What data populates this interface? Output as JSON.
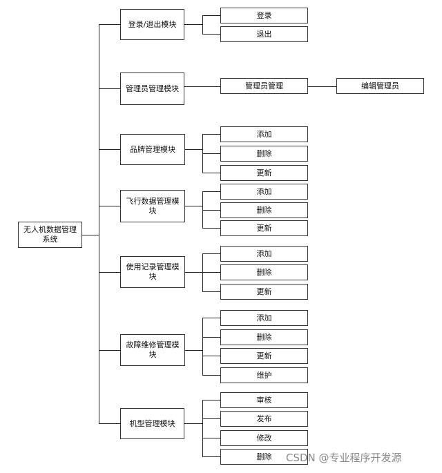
{
  "root": {
    "label": "无人机数据管理系统"
  },
  "modules": [
    {
      "label": "登录/退出模块",
      "children": [
        "登录",
        "退出"
      ]
    },
    {
      "label": "管理员管理模块",
      "children": [
        "管理员管理"
      ],
      "grandchild": "编辑管理员"
    },
    {
      "label": "品牌管理模块",
      "children": [
        "添加",
        "删除",
        "更新"
      ]
    },
    {
      "label": "飞行数据管理模块",
      "children": [
        "添加",
        "删除",
        "更新"
      ]
    },
    {
      "label": "使用记录管理模块",
      "children": [
        "添加",
        "删除",
        "更新"
      ]
    },
    {
      "label": "故障维修管理模块",
      "children": [
        "添加",
        "删除",
        "更新",
        "维护"
      ]
    },
    {
      "label": "机型管理模块",
      "children": [
        "审核",
        "发布",
        "修改",
        "删除"
      ]
    }
  ],
  "watermark": "CSDN @专业程序开发源"
}
